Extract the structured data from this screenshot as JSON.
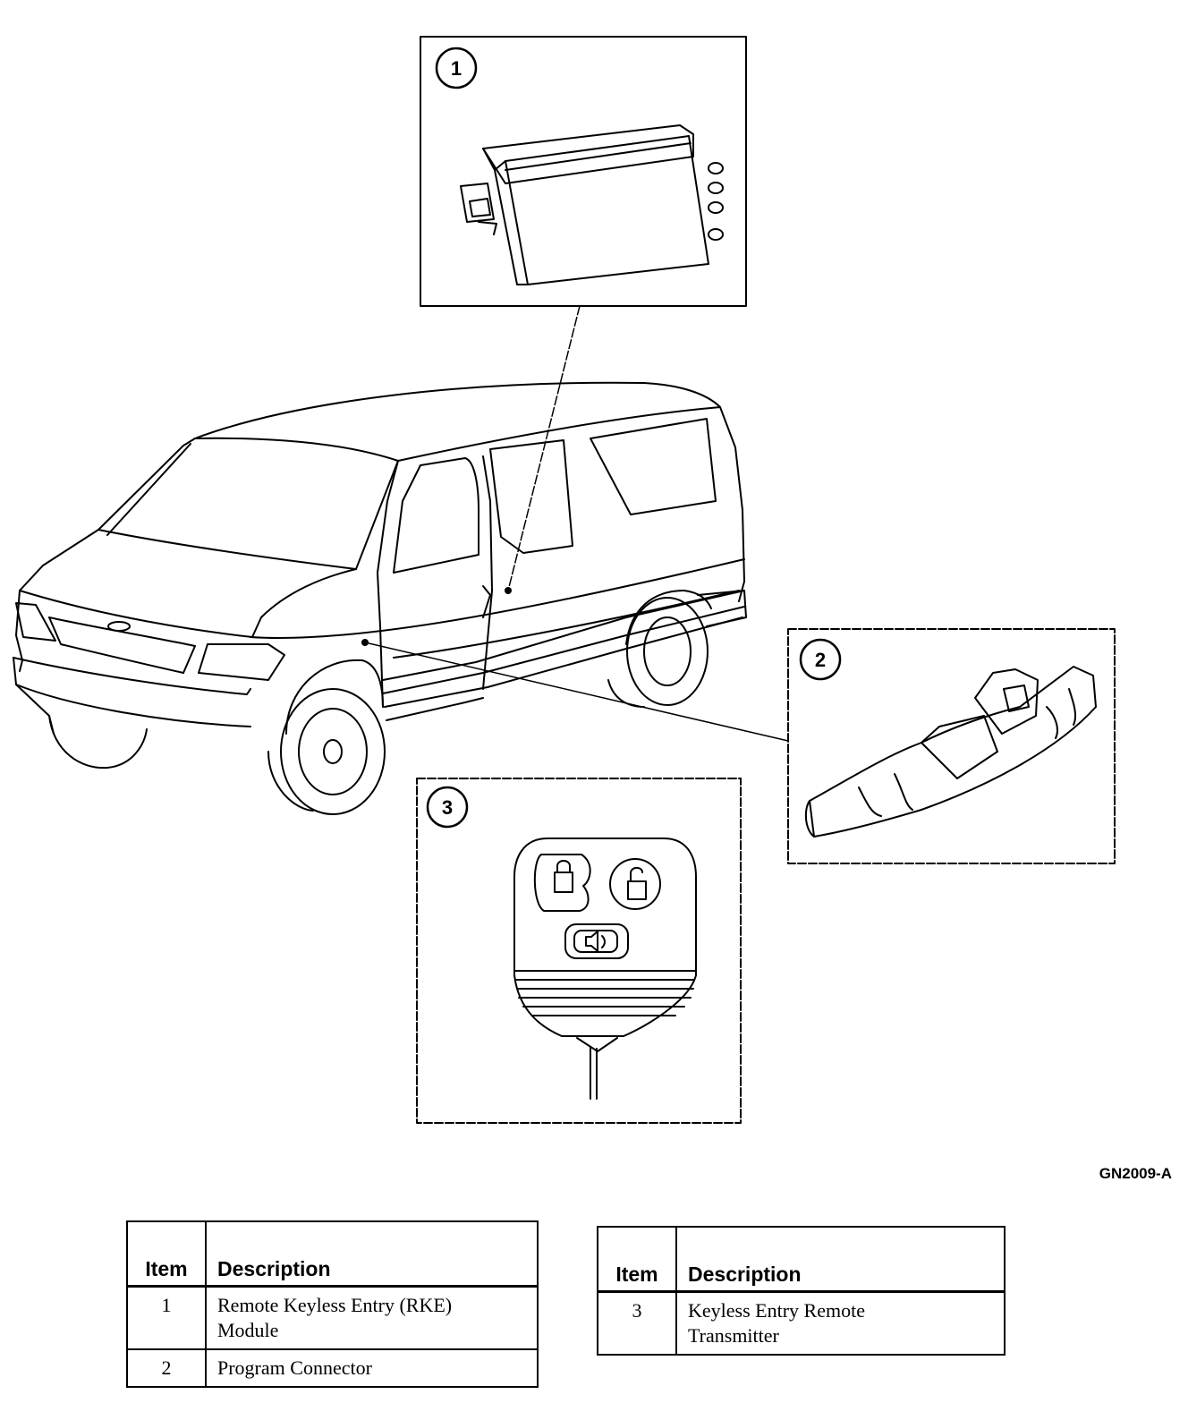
{
  "figure_id": "GN2009-A",
  "callouts": [
    "1",
    "2",
    "3"
  ],
  "legend_left": {
    "headers": [
      "Item",
      "Description"
    ],
    "rows": [
      {
        "item": "1",
        "description_line1": "Remote Keyless Entry (RKE)",
        "description_line2": "Module"
      },
      {
        "item": "2",
        "description_line1": "Program Connector",
        "description_line2": ""
      }
    ]
  },
  "legend_right": {
    "headers": [
      "Item",
      "Description"
    ],
    "rows": [
      {
        "item": "3",
        "description_line1": "Keyless Entry Remote",
        "description_line2": "Transmitter"
      }
    ]
  }
}
